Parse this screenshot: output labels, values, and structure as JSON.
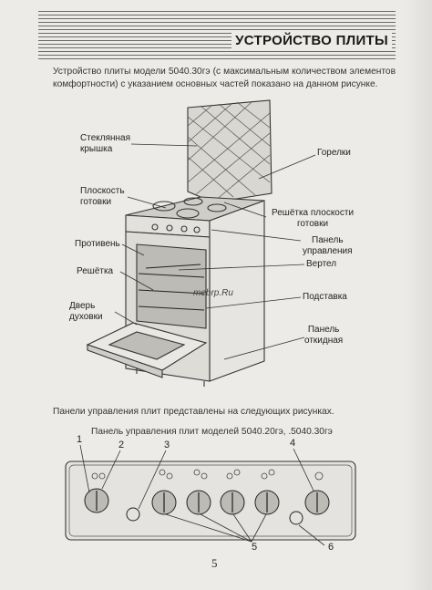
{
  "section_title": "УСТРОЙСТВО ПЛИТЫ",
  "intro_text": "Устройство плиты модели 5040.30гэ (с максимальным количеством элементов комфортности) с указанием основных частей показано на данном рисунке.",
  "callouts_left": {
    "glass_lid": [
      "Стеклянная",
      "крышка"
    ],
    "cooking_surface": [
      "Плоскость",
      "готовки"
    ],
    "baking_tray": "Противень",
    "grill_rack": "Решётка",
    "oven_door": [
      "Дверь",
      "духовки"
    ]
  },
  "callouts_right": {
    "burners": "Горелки",
    "surface_grate": [
      "Решётка плоскости",
      "готовки"
    ],
    "control_panel": [
      "Панель",
      "управления"
    ],
    "rotisserie": "Вертел",
    "stand": "Подставка",
    "drop_panel": [
      "Панель",
      "откидная"
    ]
  },
  "watermark": "mebrp.Ru",
  "panels_text": "Панели управления плит представлены на следующих рисунках.",
  "panel_caption": "Панель управления плит  моделей 5040.20гэ, .5040.30гэ",
  "panel_numbers": [
    "1",
    "2",
    "3",
    "4",
    "5",
    "6"
  ],
  "page_number": "5"
}
